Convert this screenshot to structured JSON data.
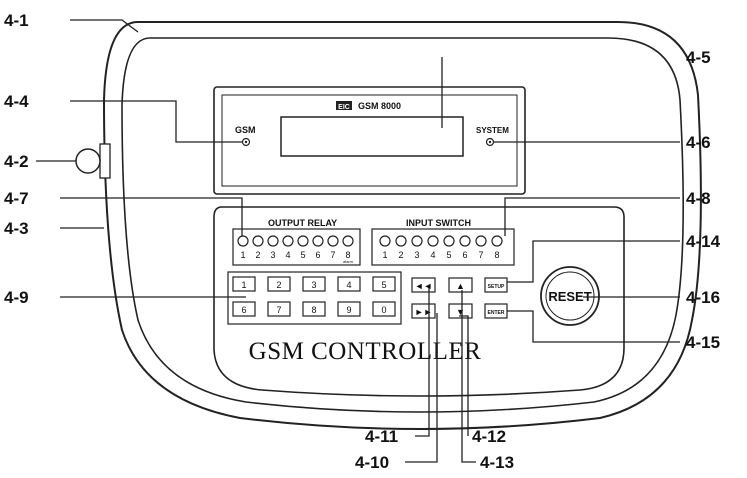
{
  "callouts": {
    "c4_1": "4-1",
    "c4_2": "4-2",
    "c4_3": "4-3",
    "c4_4": "4-4",
    "c4_5": "4-5",
    "c4_6": "4-6",
    "c4_7": "4-7",
    "c4_8": "4-8",
    "c4_9": "4-9",
    "c4_10": "4-10",
    "c4_11": "4-11",
    "c4_12": "4-12",
    "c4_13": "4-13",
    "c4_14": "4-14",
    "c4_15": "4-15",
    "c4_16": "4-16"
  },
  "display": {
    "logo": "EIC",
    "model": "GSM 8000",
    "gsm_led_label": "GSM",
    "system_led_label": "SYSTEM"
  },
  "output_relay": {
    "title": "OUTPUT RELAY",
    "numbers": [
      "1",
      "2",
      "3",
      "4",
      "5",
      "6",
      "7"
    ],
    "last_number": "8",
    "last_sub": "alarm"
  },
  "input_switch": {
    "title": "INPUT SWITCH",
    "numbers": [
      "1",
      "2",
      "3",
      "4",
      "5",
      "6",
      "7",
      "8"
    ]
  },
  "keypad": {
    "row1": [
      "1",
      "2",
      "3",
      "4",
      "5"
    ],
    "row2": [
      "6",
      "7",
      "8",
      "9",
      "0"
    ]
  },
  "controls": {
    "nav_up": "◄◄",
    "nav_down": "►►",
    "arrow_up": "▲",
    "arrow_down": "▼",
    "setup": "SETUP",
    "enter": "ENTER",
    "reset": "RESET"
  },
  "device_title": "GSM CONTROLLER"
}
